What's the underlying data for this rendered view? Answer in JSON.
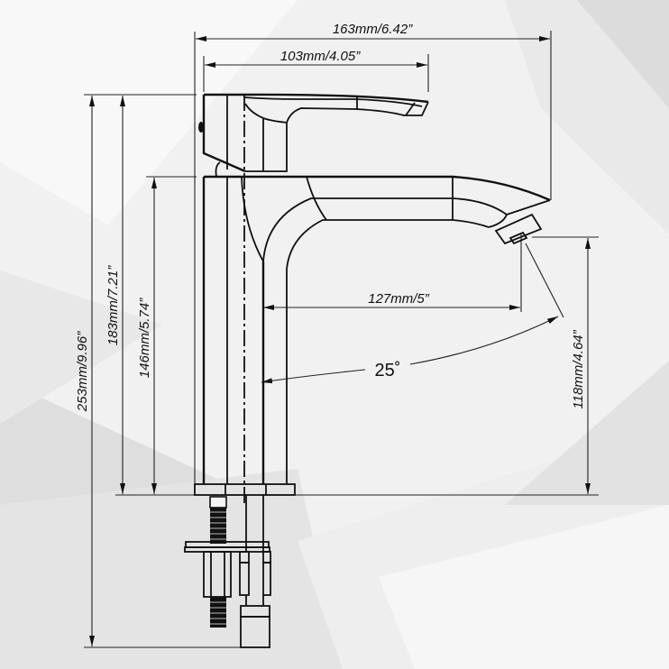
{
  "diagram": {
    "subject": "Single-handle basin faucet dimension drawing",
    "background_colors": [
      "#f7f7f7",
      "#e6e6e6",
      "#d9d9d9",
      "#ececec"
    ],
    "line_color": "#111111"
  },
  "dimensions": {
    "overall_width": "163mm/6.42”",
    "handle_length": "103mm/4.05”",
    "spout_reach": "127mm/5”",
    "handle_rotation_angle": "25˚",
    "total_height": "253mm/9.96”",
    "height_to_handle_top": "183mm/7.21”",
    "height_to_spout_top": "146mm/5.74”",
    "spout_outlet_height": "118mm/4.64”"
  }
}
